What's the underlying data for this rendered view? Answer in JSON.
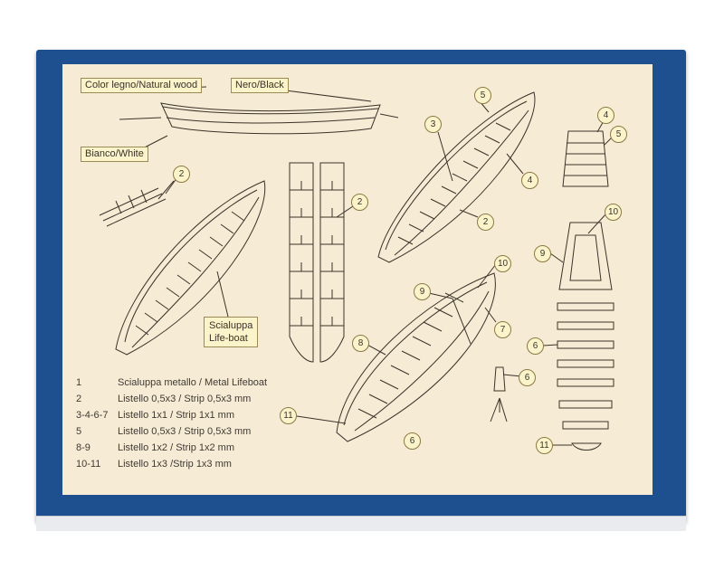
{
  "labels": {
    "natural_wood": "Color legno/Natural wood",
    "black": "Nero/Black",
    "white": "Bianco/White",
    "lifeboat_line1": "Scialuppa",
    "lifeboat_line2": "Life-boat"
  },
  "callouts": [
    {
      "n": "2"
    },
    {
      "n": "2"
    },
    {
      "n": "2"
    },
    {
      "n": "3"
    },
    {
      "n": "4"
    },
    {
      "n": "5"
    },
    {
      "n": "4"
    },
    {
      "n": "5"
    },
    {
      "n": "10"
    },
    {
      "n": "9"
    },
    {
      "n": "6"
    },
    {
      "n": "11"
    },
    {
      "n": "10"
    },
    {
      "n": "9"
    },
    {
      "n": "7"
    },
    {
      "n": "8"
    },
    {
      "n": "11"
    },
    {
      "n": "6"
    },
    {
      "n": "6"
    }
  ],
  "legend": [
    {
      "code": "1",
      "desc": "Scialuppa metallo / Metal Lifeboat"
    },
    {
      "code": "2",
      "desc": "Listello 0,5x3 / Strip 0,5x3 mm"
    },
    {
      "code": "3-4-6-7",
      "desc": "Listello 1x1 / Strip 1x1 mm"
    },
    {
      "code": "5",
      "desc": "Listello 0,5x3 / Strip 0,5x3 mm"
    },
    {
      "code": "8-9",
      "desc": "Listello 1x2 / Strip 1x2 mm"
    },
    {
      "code": "10-11",
      "desc": "Listello 1x3 /Strip 1x3 mm"
    }
  ],
  "colors": {
    "box": "#1e4f8f",
    "panel": "#f6ebd4",
    "label_bg": "#fbf3c9",
    "line": "#3a332a"
  }
}
